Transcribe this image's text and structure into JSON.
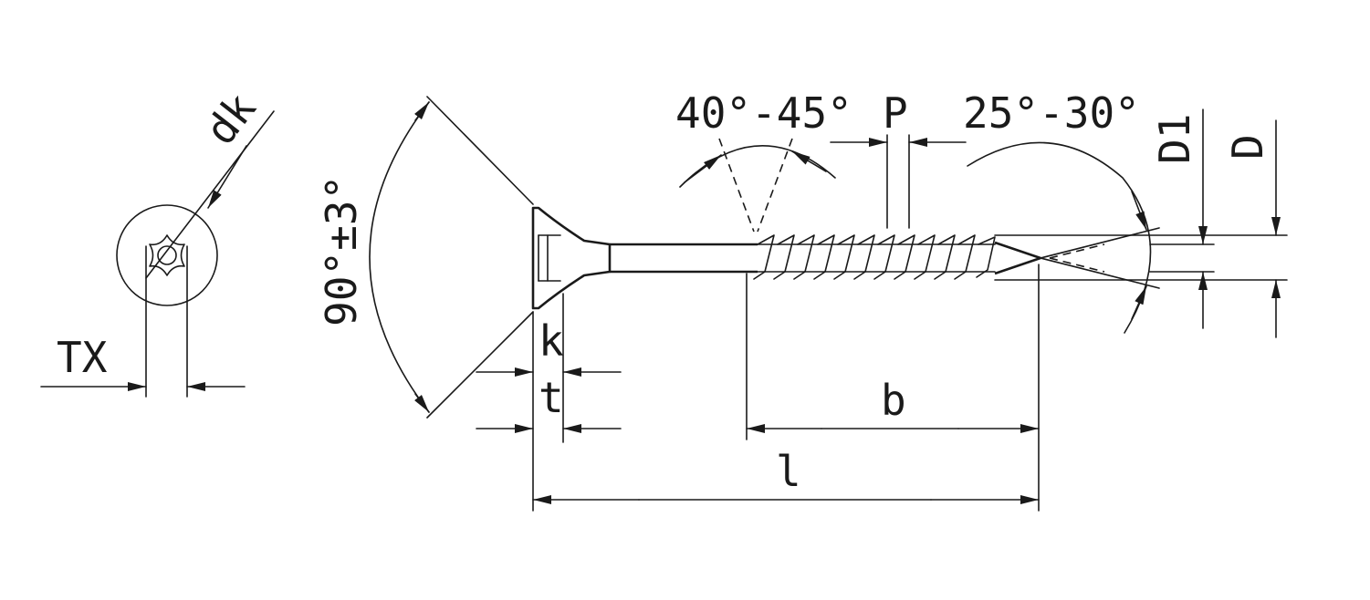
{
  "labels": {
    "dk": "dk",
    "tx": "TX",
    "head_angle": "90°±3°",
    "k": "k",
    "t": "t",
    "tip_angle_1": "40°-45°",
    "pitch": "P",
    "tip_angle_2": "25°-30°",
    "d1": "D1",
    "d": "D",
    "b": "b",
    "l": "l"
  }
}
